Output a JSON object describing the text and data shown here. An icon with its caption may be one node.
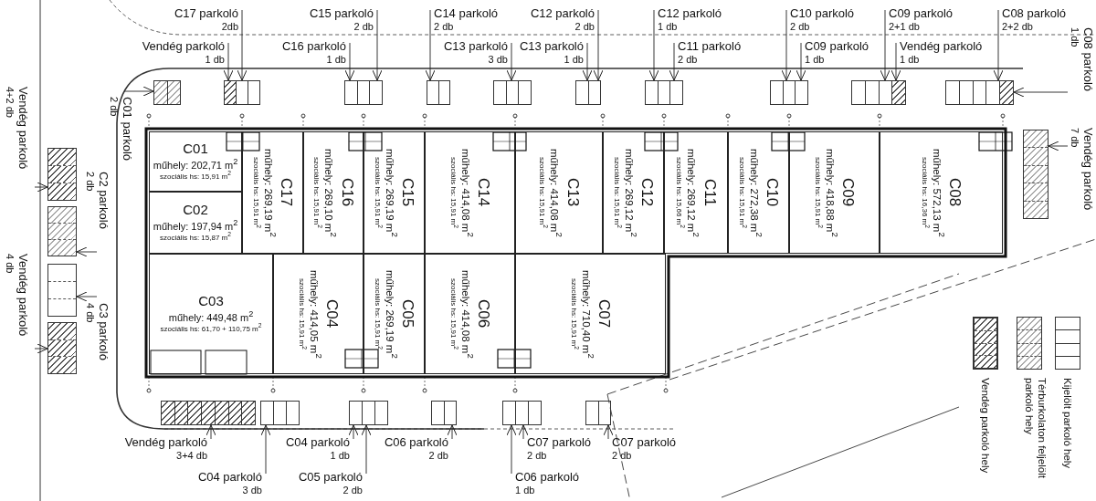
{
  "diagram": {
    "nodes": [
      {
        "text": [
          "C17 parkoló",
          "2db"
        ]
      },
      {
        "text": [
          "C15 parkoló",
          "2 db"
        ]
      },
      {
        "text": [
          "C14 parkoló",
          "2 db"
        ]
      },
      {
        "text": [
          "C12 parkoló",
          "2 db"
        ]
      },
      {
        "text": [
          "C12 parkoló",
          "1 db"
        ]
      },
      {
        "text": [
          "C10 parkoló",
          "2 db"
        ]
      },
      {
        "text": [
          "C09 parkoló",
          "2+1 db"
        ]
      },
      {
        "text": [
          "C08 parkoló",
          "2+2 db"
        ]
      },
      {
        "text": [
          "Vendég parkoló",
          "1 db"
        ]
      },
      {
        "text": [
          "C16 parkoló",
          "1 db"
        ]
      },
      {
        "text": [
          "C13 parkoló",
          "3 db"
        ]
      },
      {
        "text": [
          "C13 parkoló",
          "1 db"
        ]
      },
      {
        "text": [
          "C11 parkoló",
          "2 db"
        ]
      },
      {
        "text": [
          "C09 parkoló",
          "1 db"
        ]
      },
      {
        "text": [
          "Vendég parkoló",
          "1 db"
        ]
      },
      {
        "text": [
          "C08 parkoló",
          "1 db"
        ]
      },
      {
        "text": [],
        "shape": "box"
      },
      {
        "text": [],
        "shape": "box"
      },
      {
        "text": [],
        "shape": "box"
      },
      {
        "text": [],
        "shape": "box"
      },
      {
        "text": [],
        "shape": "box"
      },
      {
        "text": [],
        "shape": "box"
      },
      {
        "text": [],
        "shape": "box"
      },
      {
        "text": [],
        "shape": "box"
      },
      {
        "text": [],
        "shape": "box"
      },
      {
        "text": [],
        "shape": "box"
      },
      {
        "text": [
          "C01 parkoló",
          "2 db"
        ]
      },
      {
        "text": [
          "Vendég parkoló",
          "4+2 db"
        ]
      },
      {
        "text": [
          "C2 parkoló",
          "2 db"
        ]
      },
      {
        "text": [
          "C3 parkoló",
          "4 db"
        ]
      },
      {
        "text": [
          "Vendég parkoló",
          "4 db"
        ]
      },
      {
        "text": [],
        "shape": "box"
      },
      {
        "text": [],
        "shape": "box"
      },
      {
        "text": [],
        "shape": "box"
      },
      {
        "text": [],
        "shape": "box"
      },
      {
        "text": [],
        "shape": "box"
      },
      {
        "text": [
          "Vendég parkoló",
          "7 db"
        ]
      },
      {
        "text": [
          "C01",
          "műhely: 202,71 m$^{2}$",
          "szociális hs: 15,91 m$^{2}$"
        ]
      },
      {
        "text": [
          "C02",
          "műhely: 197,94 m$^{2}$",
          "szociális hs: 15,87 m$^{2}$"
        ]
      },
      {
        "text": [
          "C17",
          "műhely: 269,19 m$^{2}$",
          "szociális hs: 15,91 m$^{2}$"
        ]
      },
      {
        "text": [
          "C16",
          "műhely: 269,10 m$^{2}$",
          "szociális hs: 15,91 m$^{2}$"
        ]
      },
      {
        "text": [
          "C15",
          "műhely: 269,19 m$^{2}$",
          "szociális hs: 15,91 m$^{2}$"
        ]
      },
      {
        "text": [
          "C14",
          "műhely: 414,08 m$^{2}$",
          "szociális hs: 15,91 m$^{2}$"
        ]
      },
      {
        "text": [
          "C13",
          "műhely: 414,08 m$^{2}$",
          "szociális hs: 15,91 m$^{2}$"
        ]
      },
      {
        "text": [
          "C12",
          "műhely: 269,12 m$^{2}$",
          "szociális hs: 15,91 m$^{2}$"
        ]
      },
      {
        "text": [
          "C11",
          "műhely: 269,12 m$^{2}$",
          "szociális hs: 15,66 m$^{2}$"
        ]
      },
      {
        "text": [
          "C10",
          "műhely: 272,38 m$^{2}$",
          "szociális hs: 15,91 m$^{2}$"
        ]
      },
      {
        "text": [
          "C09",
          "műhely: 418,88 m$^{2}$",
          "szociális hs: 15,91 m$^{2}$"
        ]
      },
      {
        "text": [
          "C08",
          "műhely: 572,13 m$^{2}$",
          "szociális hs: 16,36 m$^{2}$"
        ]
      },
      {
        "text": [
          "C03",
          "műhely: 449,48 m$^{2}$",
          "szociális hs: 61,70 + 110,75 m$^{2}$"
        ]
      },
      {
        "text": [
          "C04",
          "műhely: 414,05 m$^{2}$",
          "szociális hs: 15,91 m$^{2}$"
        ]
      },
      {
        "text": [
          "C05",
          "műhely: 269,19 m$^{2}$",
          "szociális hs: 15,91 m$^{2}$"
        ]
      },
      {
        "text": [
          "C06",
          "műhely: 414,08 m$^{2}$",
          "szociális hs: 15,91 m$^{2}$"
        ]
      },
      {
        "text": [
          "C07",
          "műhely: 710,40 m$^{2}$",
          "szociális hs: 15,91 m$^{2}$"
        ]
      },
      {
        "text": [],
        "shape": "box"
      },
      {
        "text": [],
        "shape": "box"
      },
      {
        "text": [],
        "shape": "box"
      },
      {
        "text": [],
        "shape": "box"
      },
      {
        "text": [],
        "shape": "box"
      },
      {
        "text": [],
        "shape": "box"
      },
      {
        "text": [
          "Vendég parkoló",
          "3+4 db"
        ]
      },
      {
        "text": [
          "C04 parkoló",
          "1 db"
        ]
      },
      {
        "text": [
          "C06 parkoló",
          "2 db"
        ]
      },
      {
        "text": [
          "C07 parkoló",
          "2 db"
        ]
      },
      {
        "text": [
          "C07 parkoló",
          "2 db"
        ]
      },
      {
        "text": [
          "C04 parkoló",
          "3 db"
        ]
      },
      {
        "text": [
          "C05 parkoló",
          "2 db"
        ]
      },
      {
        "text": [
          "C06 parkoló",
          "1 db"
        ]
      }
    ],
    "edges": [
      {
        "from": 0,
        "to": 17,
        "arrow": "to"
      },
      {
        "from": 1,
        "to": 18,
        "arrow": "to"
      },
      {
        "from": 2,
        "to": 19,
        "arrow": "to"
      },
      {
        "from": 3,
        "to": 21,
        "arrow": "to"
      },
      {
        "from": 4,
        "to": 22,
        "arrow": "to"
      },
      {
        "from": 5,
        "to": 23,
        "arrow": "to"
      },
      {
        "from": 6,
        "to": 24,
        "arrow": "to"
      },
      {
        "from": 7,
        "to": 25,
        "arrow": "to"
      },
      {
        "from": 8,
        "to": 17,
        "arrow": "to"
      },
      {
        "from": 9,
        "to": 18,
        "arrow": "to"
      },
      {
        "from": 10,
        "to": 20,
        "arrow": "to"
      },
      {
        "from": 11,
        "to": 21,
        "arrow": "to"
      },
      {
        "from": 12,
        "to": 22,
        "arrow": "to"
      },
      {
        "from": 13,
        "to": 23,
        "arrow": "to"
      },
      {
        "from": 14,
        "to": 24,
        "arrow": "to"
      },
      {
        "from": 15,
        "to": 25,
        "arrow": "to"
      },
      {
        "from": 26,
        "to": 16,
        "arrow": "to"
      },
      {
        "from": 27,
        "to": 31,
        "arrow": "to"
      },
      {
        "from": 28,
        "to": 32,
        "arrow": "to"
      },
      {
        "from": 29,
        "to": 33,
        "arrow": "to"
      },
      {
        "from": 30,
        "to": 34,
        "arrow": "to"
      },
      {
        "from": 36,
        "to": 35,
        "arrow": "to"
      },
      {
        "from": 60,
        "to": 54,
        "arrow": "to"
      },
      {
        "from": 65,
        "to": 55,
        "arrow": "to"
      },
      {
        "from": 61,
        "to": 56,
        "arrow": "to"
      },
      {
        "from": 66,
        "to": 56,
        "arrow": "to"
      },
      {
        "from": 62,
        "to": 57,
        "arrow": "to"
      },
      {
        "from": 67,
        "to": 58,
        "arrow": "to"
      },
      {
        "from": 63,
        "to": 58,
        "arrow": "to"
      },
      {
        "from": 64,
        "to": 59,
        "arrow": "to"
      }
    ],
    "legend": [
      {
        "text": "Vendég parkoló hely"
      },
      {
        "text": "Térburkolaton feljelölt parkoló hely"
      },
      {
        "text": "Kijelölt parkoló hely"
      }
    ]
  }
}
